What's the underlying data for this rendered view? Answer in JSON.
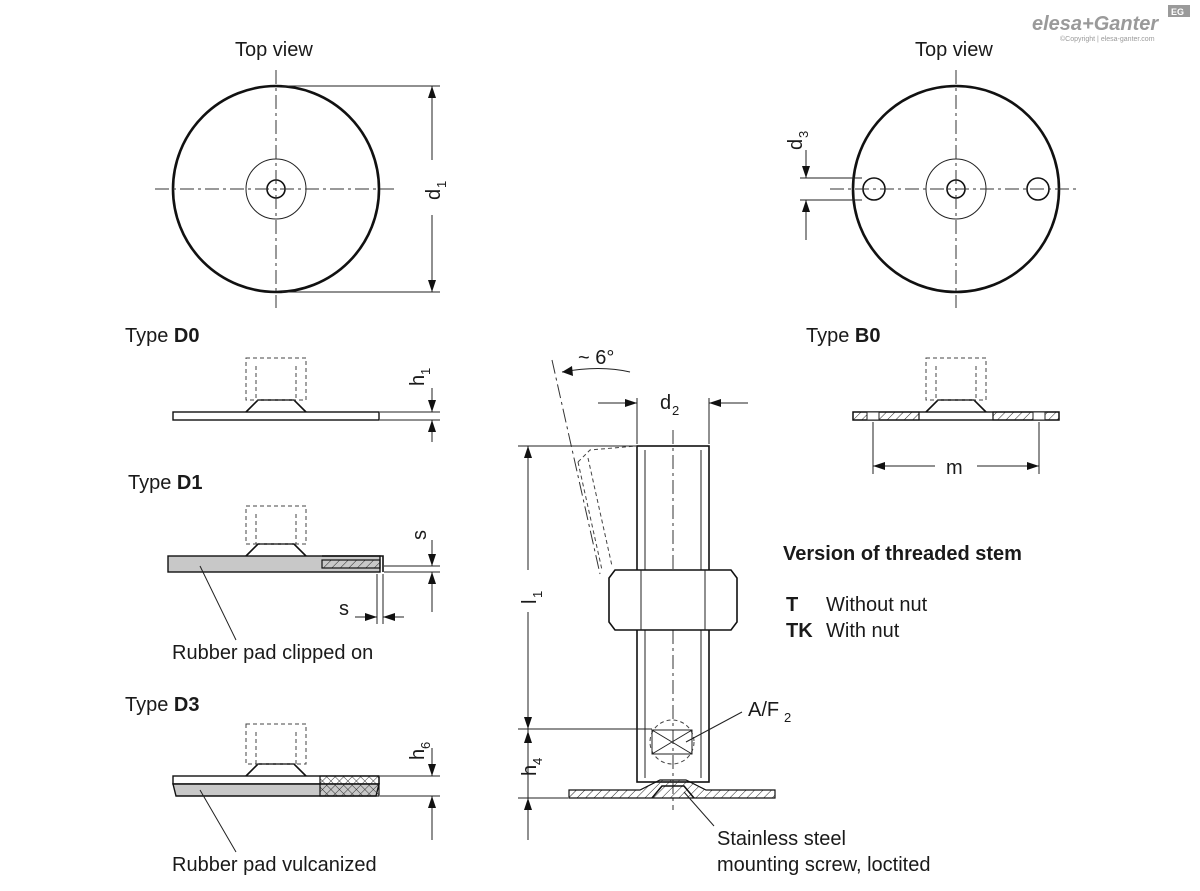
{
  "labels": {
    "top_view_left": "Top view",
    "top_view_right": "Top view",
    "type_prefix": "Type ",
    "type_d0": "D0",
    "type_d1": "D1",
    "type_d3": "D3",
    "type_b0": "B0",
    "rubber_clipped": "Rubber pad clipped on",
    "rubber_vulcanized": "Rubber pad vulcanized",
    "version_title": "Version of threaded stem",
    "version_t_code": "T",
    "version_t_desc": "Without nut",
    "version_tk_code": "TK",
    "version_tk_desc": "With nut",
    "stainless_line1": "Stainless steel",
    "stainless_line2": "mounting screw, loctited",
    "angle": "~ 6°"
  },
  "dimensions": {
    "d": "d",
    "d1_sub": "1",
    "d2_sub": "2",
    "d3_sub": "3",
    "h": "h",
    "h1_sub": "1",
    "h4_sub": "4",
    "h6_sub": "6",
    "l": "l",
    "l1_sub": "1",
    "s": "s",
    "m": "m",
    "af": "A/F",
    "af_sub": "2"
  },
  "logo": {
    "brand": "elesa+Ganter",
    "copyright": "©Copyright | elesa-ganter.com",
    "badge": "EG"
  }
}
